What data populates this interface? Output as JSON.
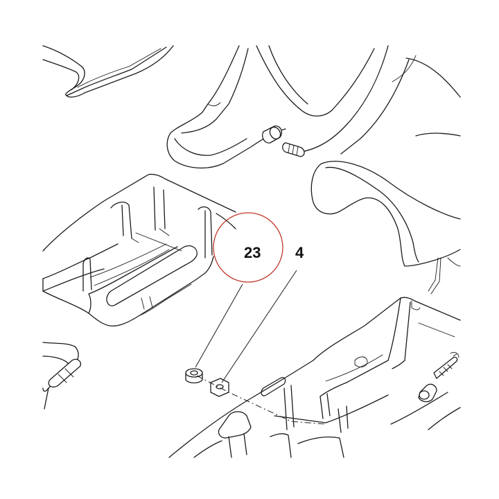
{
  "callouts": [
    {
      "id": "23",
      "label": "23",
      "highlighted": true
    },
    {
      "id": "4",
      "label": "4",
      "highlighted": false
    }
  ],
  "colors": {
    "line": "#1a1a1a",
    "highlight_circle": "#c0392b",
    "background": "#ffffff"
  }
}
